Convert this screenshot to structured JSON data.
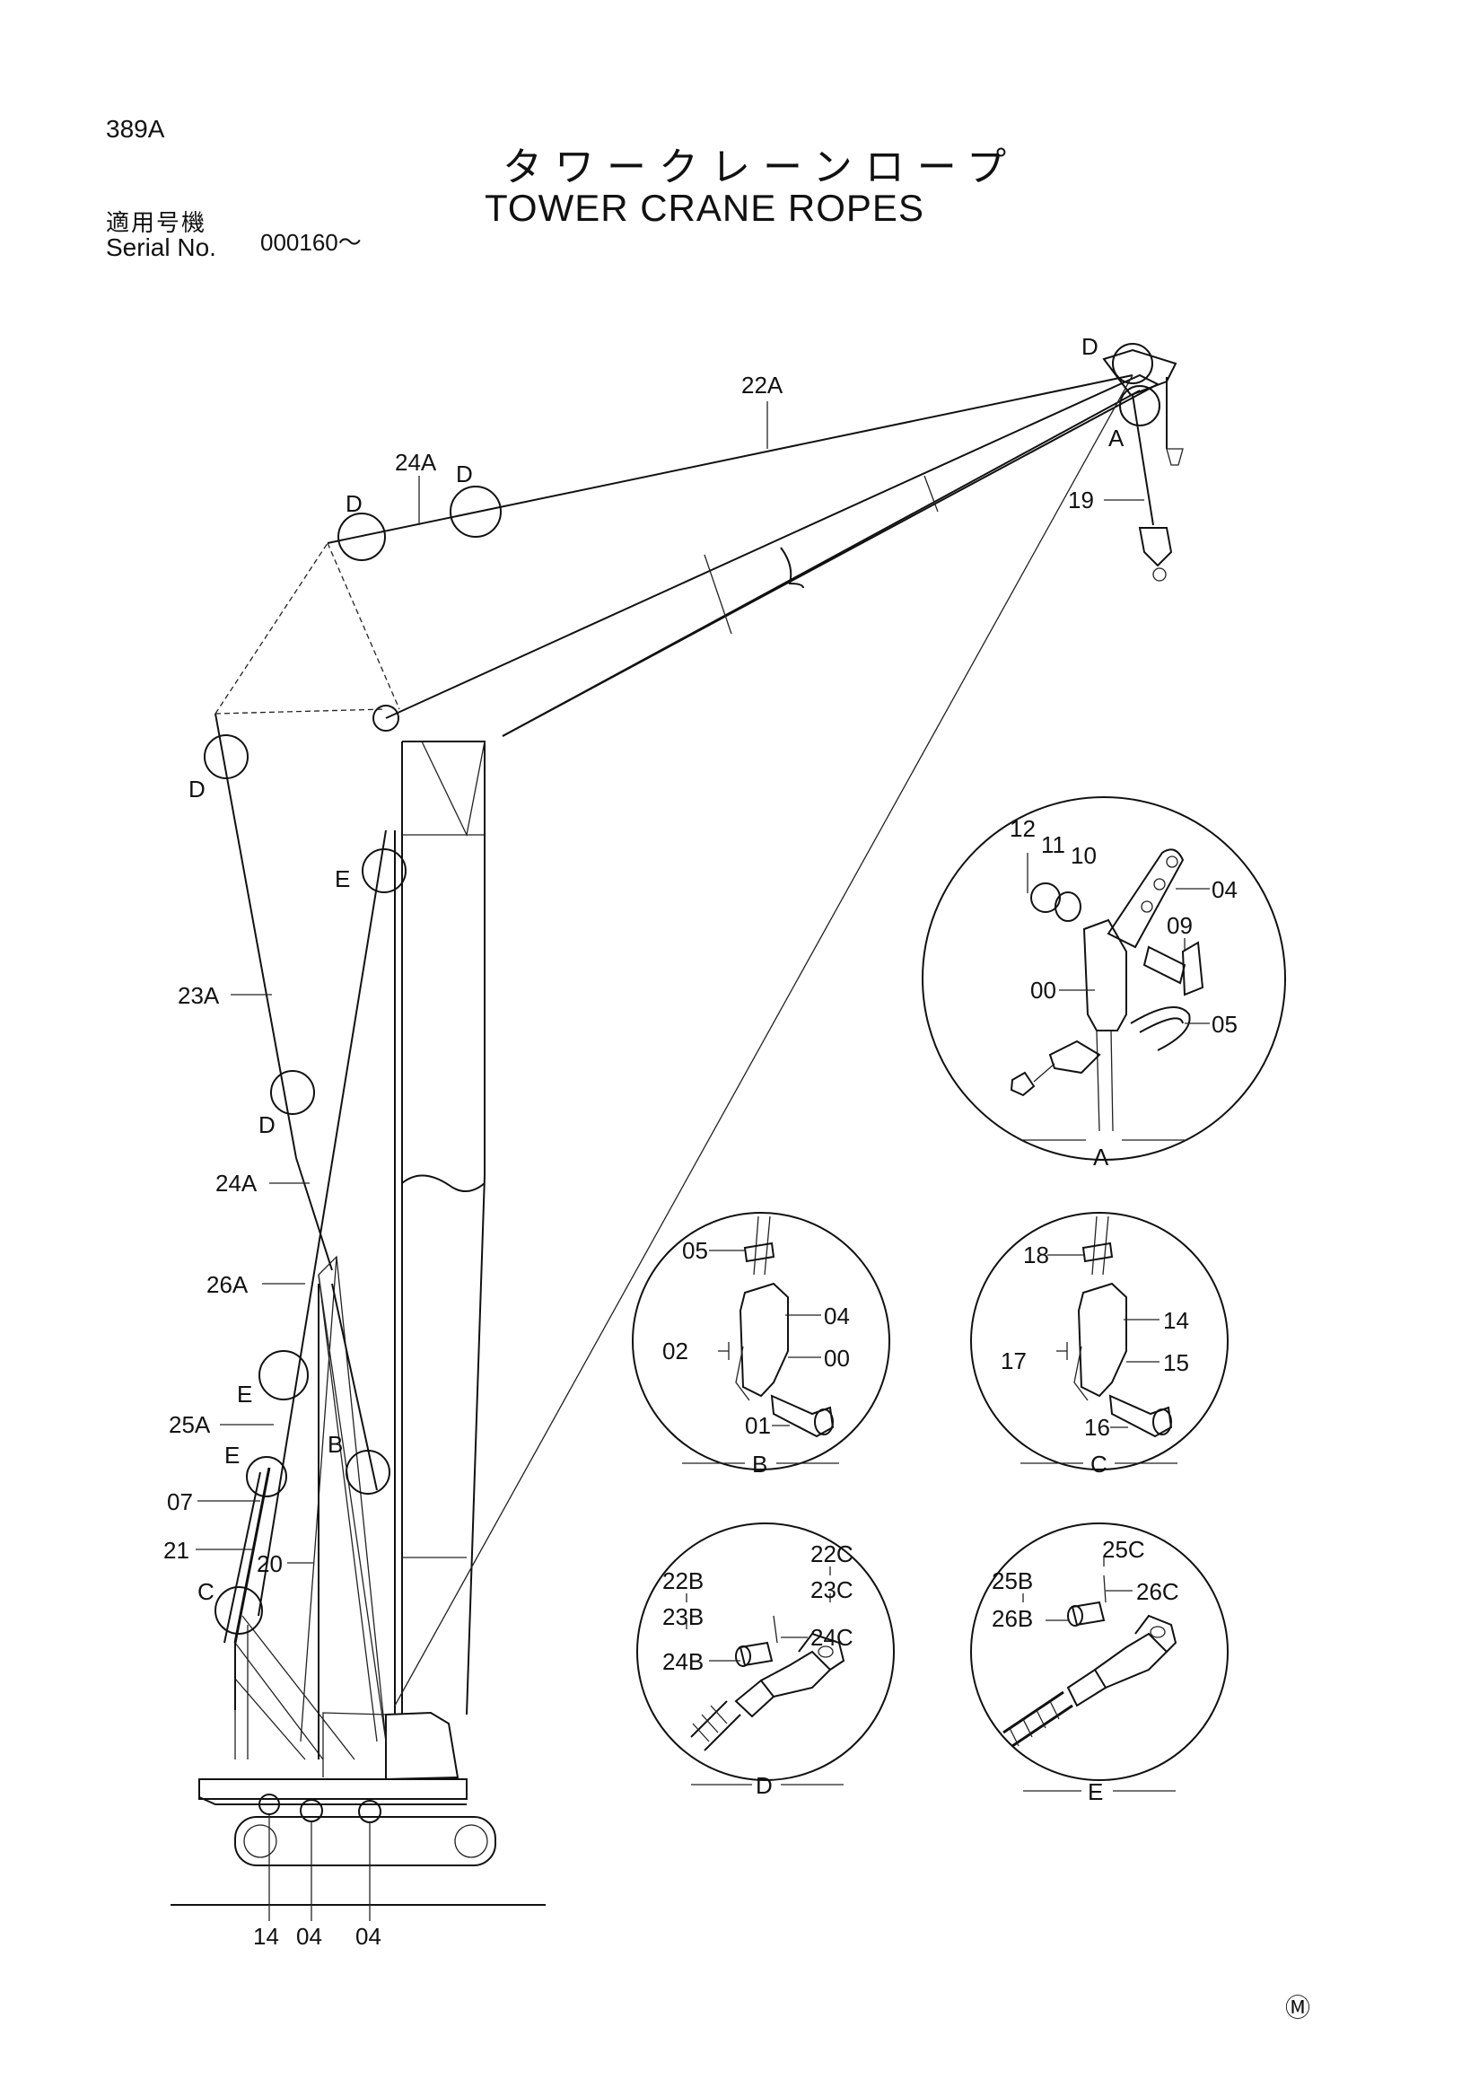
{
  "header": {
    "page_number": "389A",
    "title_jp": "タワークレーンロープ",
    "title_en": "TOWER CRANE ROPES",
    "serial_label_jp": "適用号機",
    "serial_label_en": "Serial No.",
    "serial_value": "000160～"
  },
  "callouts": {
    "c22A": "22A",
    "c24A_top": "24A",
    "c19": "19",
    "c23A": "23A",
    "c24A": "24A",
    "c26A": "26A",
    "c25A": "25A",
    "c07": "07",
    "c21": "21",
    "c20": "20",
    "b14": "14",
    "b04a": "04",
    "b04b": "04"
  },
  "detail_markers": {
    "d_top_right": "D",
    "a_top": "A",
    "d_top_a": "D",
    "d_top_b": "D",
    "d_left": "D",
    "e_upper": "E",
    "d_mid": "D",
    "e_mid": "E",
    "e_low": "E",
    "b_mark": "B",
    "c_mark": "C"
  },
  "details": {
    "A": {
      "label": "A",
      "parts": [
        "12",
        "11",
        "10",
        "04",
        "09",
        "00",
        "05"
      ]
    },
    "B": {
      "label": "B",
      "parts": [
        "05",
        "04",
        "02",
        "00",
        "01"
      ]
    },
    "C": {
      "label": "C",
      "parts": [
        "18",
        "14",
        "17",
        "15",
        "16"
      ]
    },
    "D": {
      "label": "D",
      "parts": [
        "22B",
        "23B",
        "24B",
        "22C",
        "23C",
        "24C"
      ]
    },
    "E": {
      "label": "E",
      "parts": [
        "25B",
        "26B",
        "25C",
        "26C"
      ]
    }
  },
  "mark": "Ⓜ"
}
